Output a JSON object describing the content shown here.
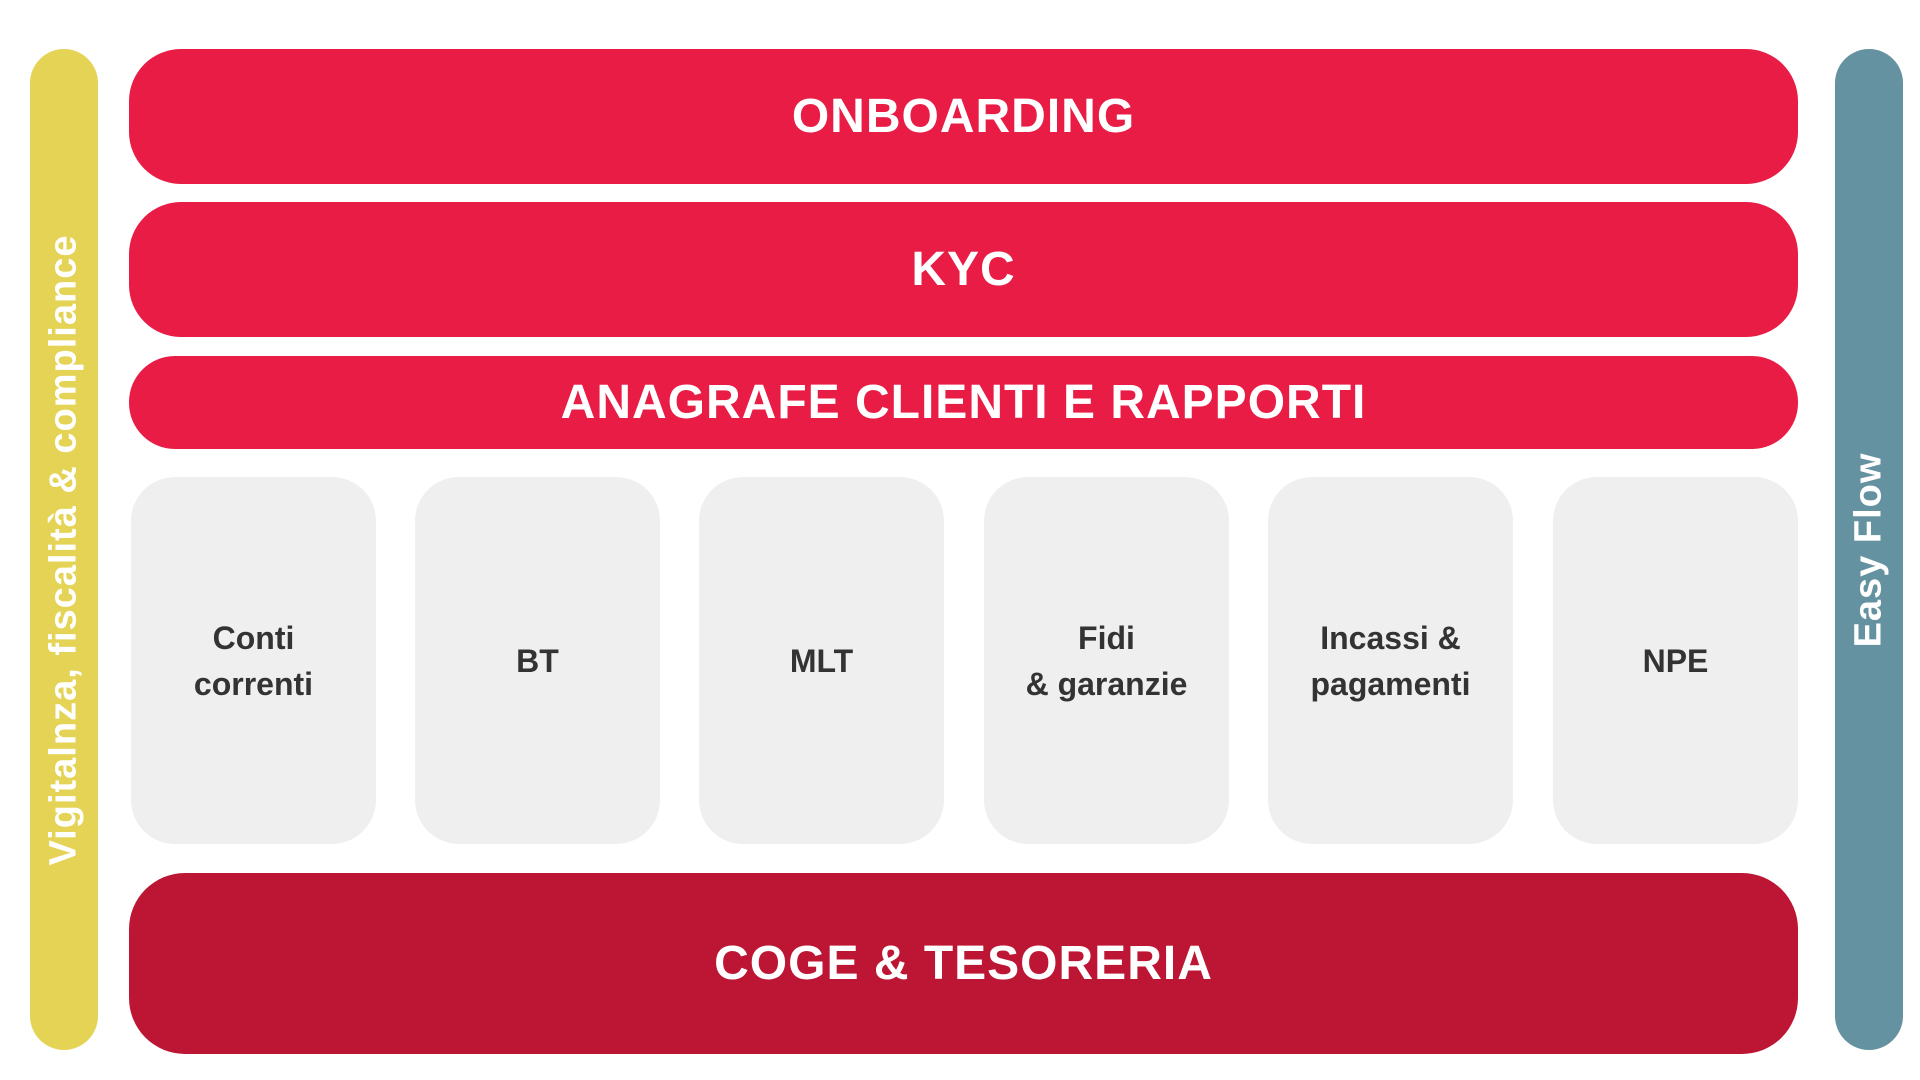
{
  "colors": {
    "band_primary": "#e81c45",
    "band_dark": "#bd1634",
    "left_bar": "#e4d355",
    "right_bar": "#6592a0",
    "module_bg": "#efefef",
    "module_text": "#333333"
  },
  "left_bar": {
    "label": "Vigitalnza, fiscalità & compliance"
  },
  "right_bar": {
    "label": "Easy Flow"
  },
  "bands": {
    "onboarding": "ONBOARDING",
    "kyc": "KYC",
    "anagrafe": "ANAGRAFE CLIENTI E RAPPORTI",
    "coge": "COGE & TESORERIA"
  },
  "modules": [
    {
      "label": "Conti\ncorrenti"
    },
    {
      "label": "BT"
    },
    {
      "label": "MLT"
    },
    {
      "label": "Fidi\n& garanzie"
    },
    {
      "label": "Incassi &\npagamenti"
    },
    {
      "label": "NPE"
    }
  ]
}
